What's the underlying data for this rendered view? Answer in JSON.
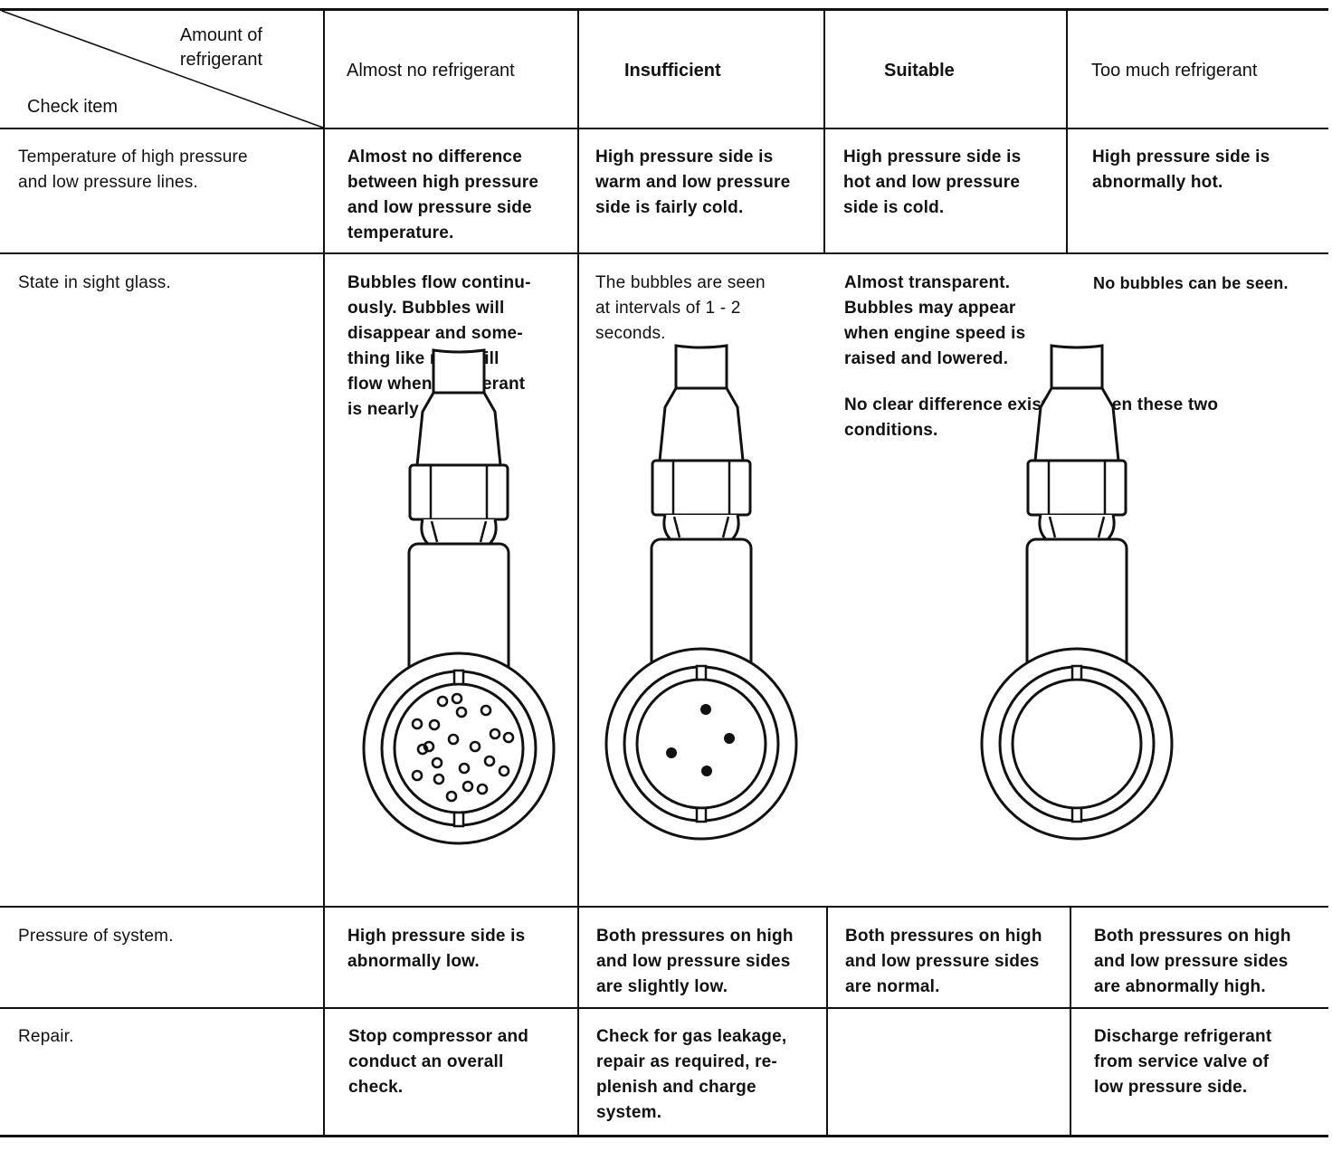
{
  "header": {
    "corner_top": "Amount of\nrefrigerant",
    "corner_bottom": "Check item",
    "columns": [
      "Almost no refrigerant",
      "Insufficient",
      "Suitable",
      "Too much refrigerant"
    ]
  },
  "rows": {
    "temperature": {
      "label": "Temperature of high pressure\nand low pressure lines.",
      "almost_no": "Almost no difference\nbetween high pressure\nand low pressure side\ntemperature.",
      "insufficient": "High pressure side is\nwarm and low pressure\nside is fairly cold.",
      "suitable": "High pressure side is\nhot and low pressure\nside is cold.",
      "too_much": "High pressure side is\nabnormally hot."
    },
    "sight_glass": {
      "label": "State in sight glass.",
      "almost_no": "Bubbles flow continu-\nously. Bubbles will\ndisappear and some-\nthing like mist will\nflow when refrigerant\nis nearly gone.",
      "insufficient": "The bubbles are seen\nat intervals of 1 - 2\nseconds.",
      "suitable": "Almost transparent.\nBubbles may appear\nwhen engine speed is\nraised and lowered.",
      "too_much": "No bubbles can be seen.",
      "shared_note": "No clear difference exists between these two\nconditions."
    },
    "pressure": {
      "label": "Pressure of system.",
      "almost_no": "High pressure side is\nabnormally low.",
      "insufficient": "Both pressures on high\nand low pressure sides\nare slightly low.",
      "suitable": "Both pressures on high\nand low pressure sides\nare normal.",
      "too_much": "Both pressures on high\nand low pressure sides\nare abnormally high."
    },
    "repair": {
      "label": "Repair.",
      "almost_no": "Stop compressor and\nconduct an overall\ncheck.",
      "insufficient": "Check for gas leakage,\nrepair as required, re-\nplenish and charge\nsystem.",
      "suitable": "",
      "too_much": "Discharge refrigerant\nfrom service valve of\nlow pressure side."
    }
  },
  "illustrations": [
    {
      "column": "Almost no refrigerant",
      "icon": "sight-glass-many-bubbles-icon"
    },
    {
      "column": "Insufficient",
      "icon": "sight-glass-few-bubbles-icon"
    },
    {
      "column": "Suitable / Too much refrigerant",
      "icon": "sight-glass-clear-icon"
    }
  ]
}
